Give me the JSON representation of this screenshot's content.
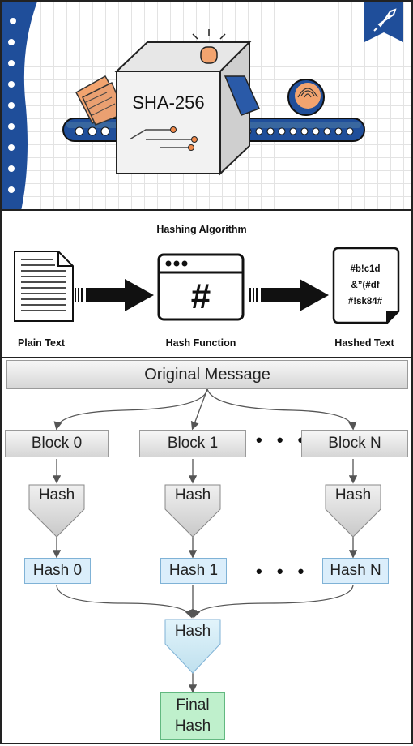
{
  "illustration": {
    "machine_label": "SHA-256"
  },
  "algorithm": {
    "title": "Hashing Algorithm",
    "plain_label": "Plain Text",
    "function_label": "Hash Function",
    "function_symbol": "#",
    "hashed_label": "Hashed Text",
    "hashed_lines": [
      "#b!c1d",
      "&”(#df",
      "#!sk84#"
    ]
  },
  "flow": {
    "message": "Original Message",
    "blocks": [
      "Block 0",
      "Block 1",
      "Block N"
    ],
    "ellipsis": "• • •",
    "hash_funnel_label": "Hash",
    "hashes": [
      "Hash 0",
      "Hash 1",
      "Hash N"
    ],
    "final_funnel_label": "Hash",
    "final_lines": [
      "Final",
      "Hash"
    ]
  },
  "colors": {
    "blue_accent": "#1f4e9a",
    "orange_accent": "#e8935c",
    "grey_box": "#d6d6d6",
    "hash_box": "#dbeefb",
    "final_box": "#bff0cc"
  }
}
